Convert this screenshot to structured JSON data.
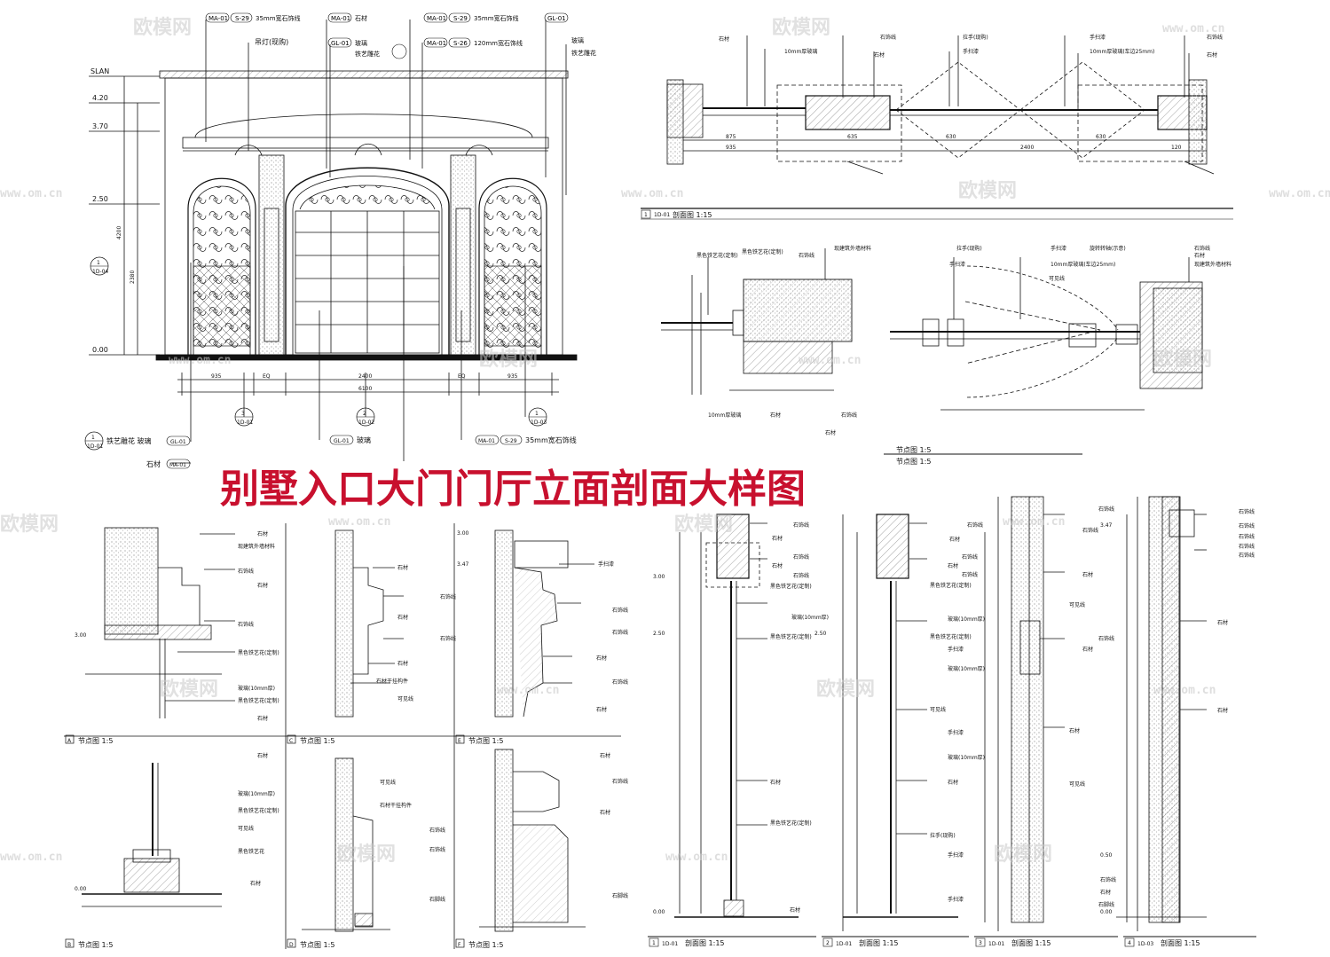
{
  "title": "别墅入口大门门厅立面剖面大样图",
  "watermark": {
    "brand": "欧模网",
    "url": "www.om.cn"
  },
  "elevation": {
    "levels": [
      "SLAN",
      "4.20",
      "3.70",
      "2.50",
      "0.00"
    ],
    "dims_bottom": [
      "935",
      "2400",
      "935",
      "EQ",
      "EQ"
    ],
    "dim_total": "6100",
    "dim_height": "4200",
    "dim_2380": "2380",
    "callouts": [
      {
        "tag1": "MA-01",
        "tag2": "S-29",
        "text": "35mm宽石饰线"
      },
      {
        "tag1": "MA-01",
        "text": "石材"
      },
      {
        "tag1": "GL-01",
        "text": "玻璃"
      },
      {
        "text": "铁艺雕花"
      },
      {
        "text": "吊灯(现购)"
      },
      {
        "tag1": "MA-01",
        "tag2": "S-29",
        "text": "35mm宽石饰线"
      },
      {
        "tag1": "MA-01",
        "tag2": "S-26",
        "text": "120mm宽石饰线"
      },
      {
        "tag1": "GL-01",
        "text": "玻璃"
      },
      {
        "text": "铁艺雕花"
      }
    ],
    "bottom_callouts": [
      {
        "text": "铁艺雕花 玻璃",
        "tag": "GL-01"
      },
      {
        "text": "石材",
        "tag": "MA-01"
      },
      {
        "tag": "GL-01",
        "text": "玻璃"
      },
      {
        "tag1": "MA-01",
        "tag2": "S-29",
        "text": "35mm宽石饰线"
      }
    ],
    "section_marks": [
      "1",
      "2",
      "3",
      "1D-01",
      "1D-02",
      "1D-03",
      "1D-04"
    ]
  },
  "plan_section": {
    "label_num": "1",
    "label_ref": "1D-01",
    "label_text": "剖面图 1:15",
    "callouts": [
      "石材",
      "10mm厚玻璃",
      "石饰线",
      "拉手(现购)",
      "手扫漆",
      "石材",
      "石饰线",
      "石材",
      "10mm厚玻璃(车边25mm)",
      "手扫漆"
    ],
    "dims": [
      "875",
      "935",
      "2400",
      "635",
      "630",
      "630",
      "120"
    ]
  },
  "node_plan_a": {
    "label_text": "节点图 1:5",
    "callouts": [
      "黑色铁艺花(定制)",
      "黑色铁艺花(定制)",
      "石饰线",
      "现建筑外墙材料",
      "10mm厚玻璃",
      "石材",
      "石饰线",
      "石材"
    ]
  },
  "node_plan_b": {
    "label_text": "节点图 1:5",
    "callouts": [
      "拉手(现购)",
      "手扫漆",
      "手扫漆",
      "10mm厚玻璃(车边25mm)",
      "现建筑外墙材料",
      "可见线",
      "石饰线",
      "旋转转轴(示意)",
      "石材"
    ]
  },
  "details": [
    {
      "letter": "A",
      "text": "节点图 1:5",
      "callouts": [
        "石材",
        "现建筑外墙材料",
        "石饰线",
        "石材",
        "石饰线",
        "黑色铁艺花(定制)",
        "玻璃(10mm厚)",
        "黑色铁艺花(定制)",
        "石材"
      ]
    },
    {
      "letter": "B",
      "text": "节点图 1:5",
      "callouts": [
        "石材",
        "玻璃(10mm厚)",
        "黑色铁艺花(定制)",
        "可见线",
        "黑色铁艺花",
        "石材"
      ]
    },
    {
      "letter": "C",
      "text": "节点图 1:5",
      "callouts": [
        "石材",
        "石饰线",
        "石材",
        "石饰线",
        "石材",
        "石材干挂构件",
        "可见线"
      ]
    },
    {
      "letter": "D",
      "text": "节点图 1:5",
      "callouts": [
        "可见线",
        "石材干挂构件",
        "石饰线",
        "石饰线",
        "石脚线"
      ]
    },
    {
      "letter": "E",
      "text": "节点图 1:5",
      "callouts": [
        "手扫漆",
        "石饰线",
        "石饰线",
        "石材",
        "石饰线",
        "石材"
      ]
    },
    {
      "letter": "F",
      "text": "节点图 1:5",
      "callouts": [
        "石材",
        "石饰线",
        "石材",
        "石脚线"
      ]
    }
  ],
  "sections": [
    {
      "num": "1",
      "ref": "1D-01",
      "text": "剖面图 1:15",
      "callouts": [
        "石材",
        "石饰线",
        "石材",
        "石饰线",
        "石材",
        "石饰线",
        "黑色铁艺花(定制)",
        "玻璃(10mm厚)",
        "黑色铁艺花(定制)",
        "石材",
        "黑色铁艺花(定制)",
        "石材"
      ]
    },
    {
      "num": "2",
      "ref": "1D-01",
      "text": "剖面图 1:15",
      "callouts": [
        "石饰线",
        "石材",
        "石饰线",
        "石材",
        "石饰线",
        "黑色铁艺花(定制)",
        "玻璃(10mm厚)",
        "黑色铁艺花(定制)",
        "手扫漆",
        "玻璃(10mm厚)",
        "可见线",
        "手扫漆",
        "玻璃(10mm厚)",
        "石材",
        "拉手(现购)",
        "手扫漆",
        "手扫漆"
      ]
    },
    {
      "num": "3",
      "ref": "1D-01",
      "text": "剖面图 1:15",
      "callouts": [
        "石饰线",
        "石饰线",
        "石材",
        "可见线",
        "石饰线",
        "石材",
        "石材",
        "可见线",
        "石材",
        "石饰线",
        "石脚线"
      ]
    },
    {
      "num": "4",
      "ref": "1D-03",
      "text": "剖面图 1:15",
      "callouts": [
        "石饰线",
        "石饰线",
        "石饰线",
        "石饰线",
        "石饰线",
        "石材",
        "石材"
      ]
    }
  ],
  "levels_sections": [
    "3.00",
    "2.50",
    "0.00",
    "3.47",
    "0.50",
    "0.00",
    "0.00"
  ]
}
